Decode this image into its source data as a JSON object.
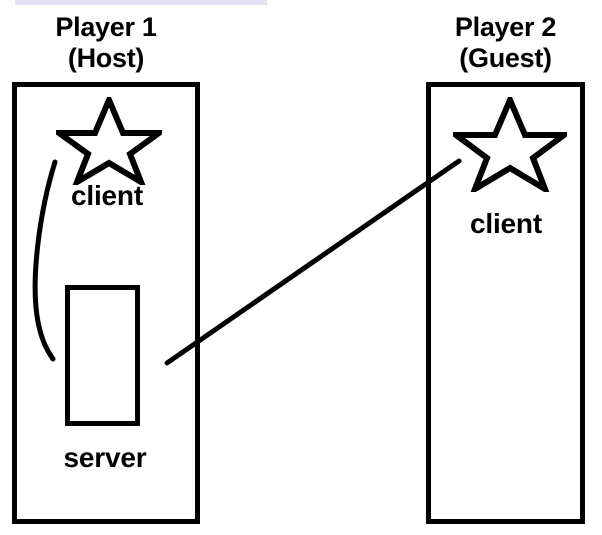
{
  "diagram": {
    "title_implied": "Host-Guest client/server architecture",
    "background_color": "#ffffff",
    "stroke_color": "#000000",
    "accent_strip_color": "#e4e1f7",
    "panels": [
      {
        "id": "host",
        "title": "Player 1\n(Host)",
        "title_line1": "Player 1",
        "title_line2": "(Host)",
        "nodes": [
          {
            "id": "host-client",
            "label": "client",
            "shape": "star"
          },
          {
            "id": "host-server",
            "label": "server",
            "shape": "rectangle"
          }
        ]
      },
      {
        "id": "guest",
        "title": "Player 2\n(Guest)",
        "title_line1": "Player 2",
        "title_line2": "(Guest)",
        "nodes": [
          {
            "id": "guest-client",
            "label": "client",
            "shape": "star"
          }
        ]
      }
    ],
    "connections": [
      {
        "id": "host-local-link",
        "kind": "curved-arrow",
        "from": "host-client",
        "to": "host-server",
        "label": ""
      },
      {
        "id": "cross-player-link",
        "kind": "straight-line",
        "from": "host-server",
        "to": "guest-client",
        "label": ""
      }
    ]
  }
}
